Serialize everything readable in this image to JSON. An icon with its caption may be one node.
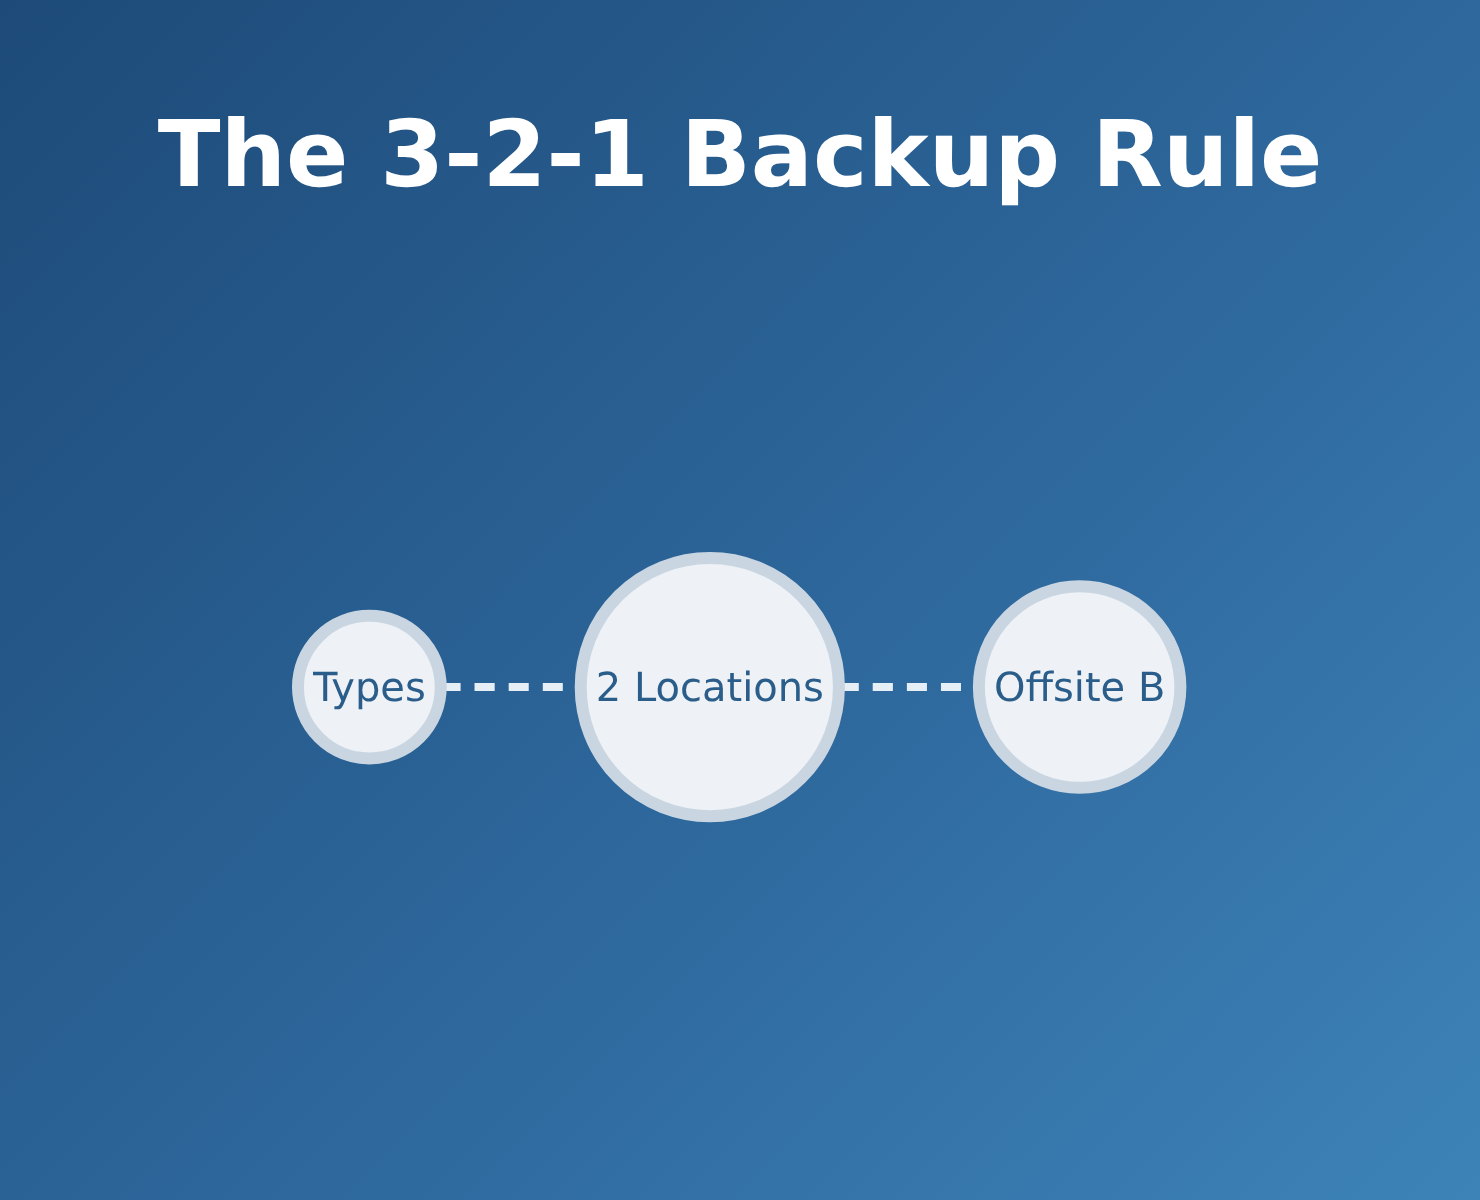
{
  "diagram": {
    "title": "The 3-2-1 Backup Rule",
    "nodes": [
      {
        "text": [
          "Types"
        ]
      },
      {
        "text": [
          "2 Locations"
        ]
      },
      {
        "text": [
          "Offsite B"
        ]
      }
    ],
    "edges": [
      {
        "from": 0,
        "to": 1,
        "arrow": "none",
        "style": "dashed"
      },
      {
        "from": 1,
        "to": 2,
        "arrow": "none",
        "style": "dashed"
      }
    ]
  }
}
